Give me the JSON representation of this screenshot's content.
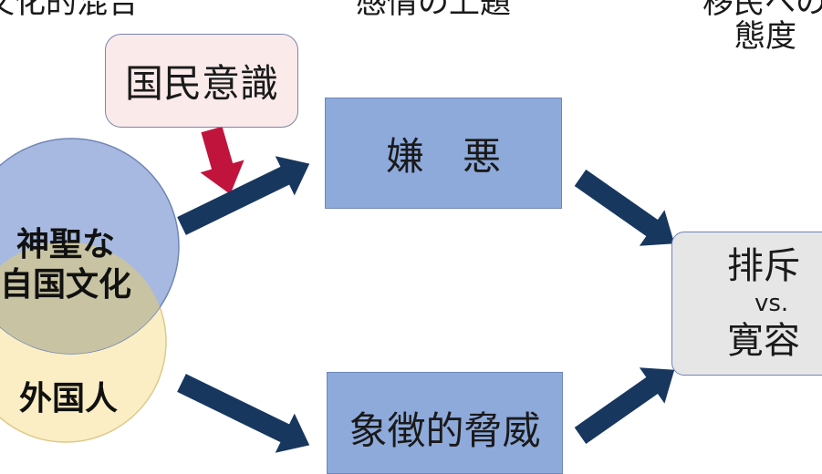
{
  "headers": {
    "left": "文化的混合",
    "center": "感情の上題",
    "right_line1": "移民への",
    "right_line2": "態度"
  },
  "boxes": {
    "national_consciousness": "国民意識",
    "aversion": "嫌　悪",
    "symbolic_threat": "象徴的脅威",
    "attitude_exclusion": "排斥",
    "attitude_vs": "vs.",
    "attitude_tolerance": "寛容"
  },
  "circles": {
    "sacred_line1": "神聖な",
    "sacred_line2": "自国文化",
    "foreigners": "外国人"
  },
  "colors": {
    "arrow_navy": "#17375e",
    "arrow_red": "#c0143c",
    "circle_blue": "#a7b9e0",
    "circle_yellow": "#fbeec4",
    "circle_overlap": "#c8c3a2",
    "box_blue": "#8eaadb",
    "box_pink": "#fbeaea",
    "box_gray": "#e6e6e6"
  }
}
